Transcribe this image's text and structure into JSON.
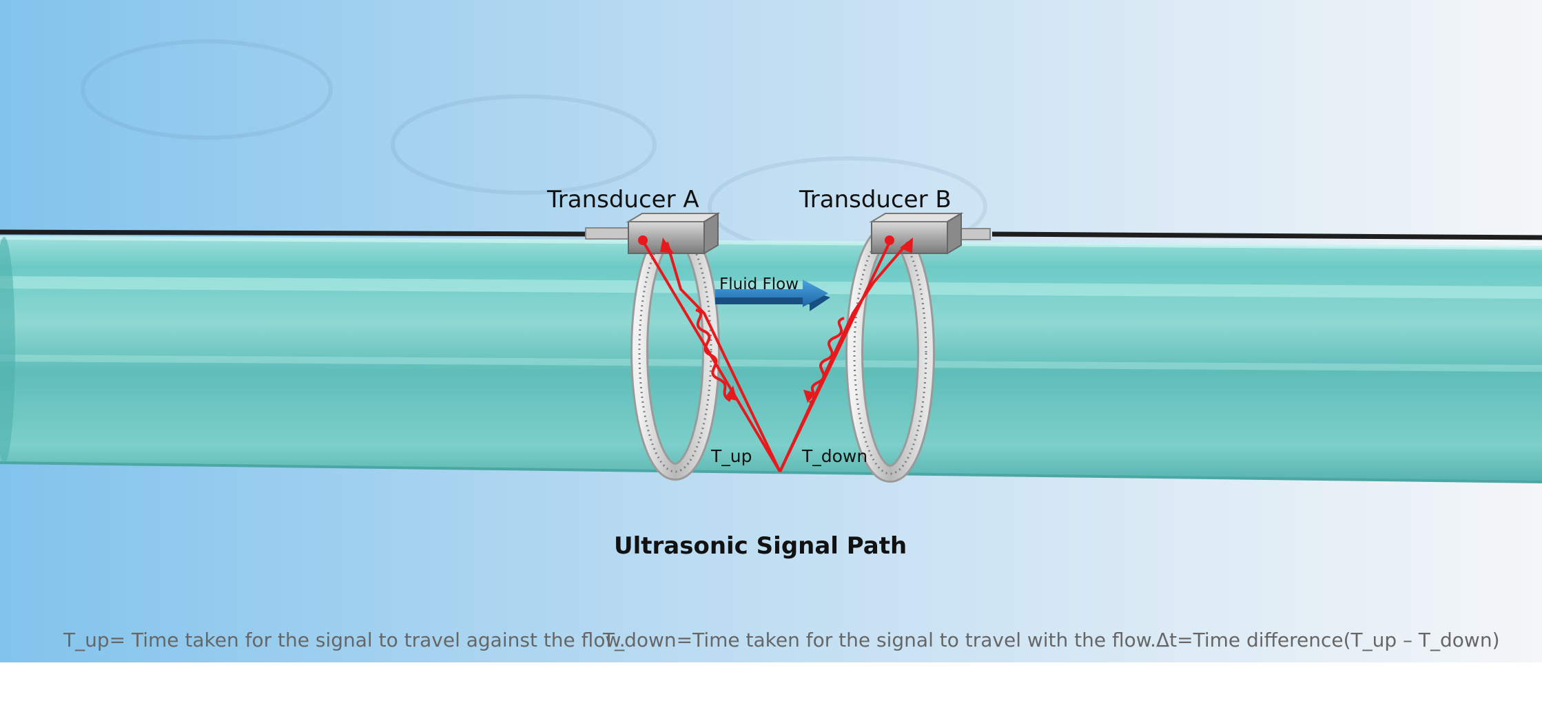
{
  "transducers": [
    {
      "label": "Transducer A"
    },
    {
      "label": "Transducer B"
    }
  ],
  "flow_label": "Fluid Flow",
  "signal_labels": {
    "up": "T_up",
    "down": "T_down"
  },
  "title": "Ultrasonic Signal Path",
  "legend": [
    {
      "text": "T_up= Time taken for the signal to travel against the flow."
    },
    {
      "text": "T_down=Time taken for the signal to travel with the flow."
    },
    {
      "text": "Δt=Time difference(T_up – T_down)"
    }
  ],
  "colors": {
    "signal": "#e8191c",
    "pipe": "#6cc9c4",
    "background": "#8dc8ee",
    "flow_arrow": "#2f86c8",
    "legend_text": "#666666"
  }
}
